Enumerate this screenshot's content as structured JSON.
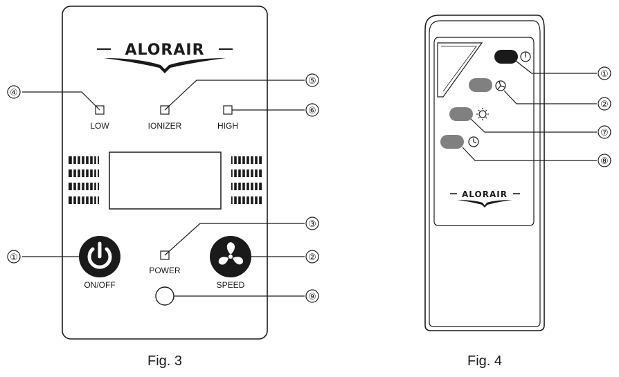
{
  "figures": {
    "fig3": {
      "caption": "Fig. 3",
      "brand": "ALORAIR",
      "labels": {
        "low": "LOW",
        "ionizer": "IONIZER",
        "high": "HIGH",
        "power": "POWER",
        "on_off": "ON/OFF",
        "speed": "SPEED"
      },
      "callouts": {
        "c1": "①",
        "c2": "②",
        "c3": "③",
        "c4": "④",
        "c5": "⑤",
        "c6": "⑥",
        "c9": "⑨"
      },
      "icons": [
        "power-icon",
        "fan-icon"
      ]
    },
    "fig4": {
      "caption": "Fig. 4",
      "brand": "ALORAIR",
      "callouts": {
        "c1": "①",
        "c2": "②",
        "c7": "⑦",
        "c8": "⑧"
      },
      "icons": [
        "power-icon",
        "fan-icon",
        "sun-icon",
        "clock-icon"
      ]
    }
  },
  "colors": {
    "ink": "#1a1a1a",
    "button_dark": "#1a1a1a",
    "button_gray": "#808080"
  }
}
